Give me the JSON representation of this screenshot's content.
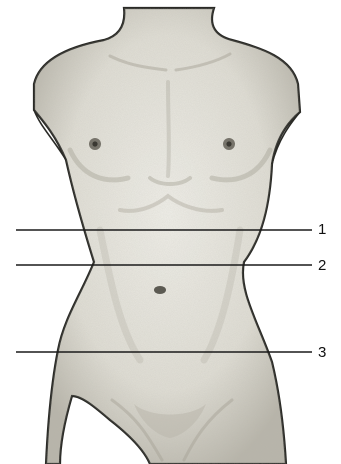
{
  "labels": {
    "line1": "1",
    "line2": "2",
    "line3": "3"
  },
  "colors": {
    "background": "#ffffff",
    "skin": "#ecebe4",
    "shade": "#b9b6ac",
    "outline": "#2a2a26",
    "line": "#1a1a1a"
  }
}
